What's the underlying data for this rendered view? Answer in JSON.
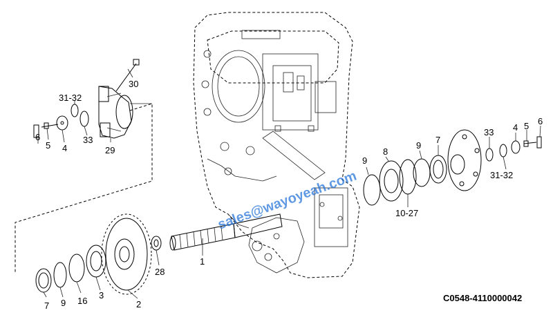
{
  "drawing_code": "C0548-4110000042",
  "watermark": "sales@wayoyeah.com",
  "callouts": {
    "p30": "30",
    "p31_32_left": "31-32",
    "p6_left": "6",
    "p5_left": "5",
    "p4_left": "4",
    "p33_left": "33",
    "p29": "29",
    "p7_left": "7",
    "p9_left": "9",
    "p16": "16",
    "p3": "3",
    "p2": "2",
    "p28": "28",
    "p1": "1",
    "p9_mid": "9",
    "p8": "8",
    "p9_right": "9",
    "p10_27": "10-27",
    "p7_right": "7",
    "p33_right": "33",
    "p4_right": "4",
    "p5_right": "5",
    "p6_right": "6",
    "p31_32_right": "31-32"
  }
}
